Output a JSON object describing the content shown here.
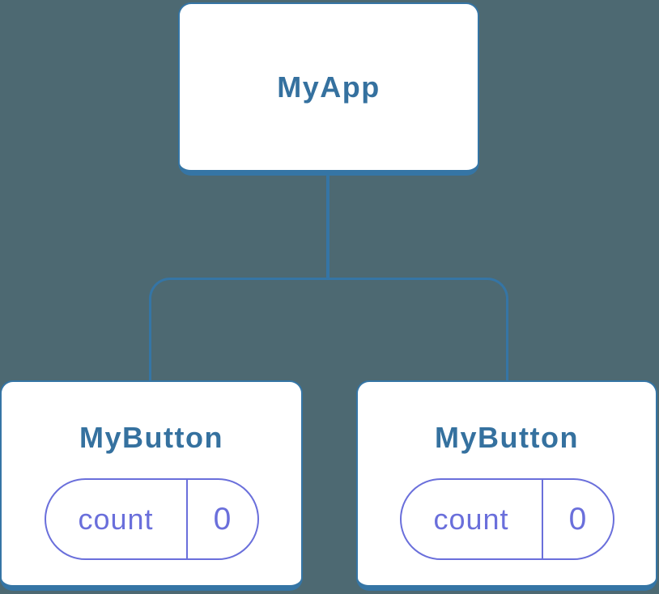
{
  "tree": {
    "root": {
      "label": "MyApp"
    },
    "children": [
      {
        "label": "MyButton",
        "state": {
          "key": "count",
          "value": "0"
        }
      },
      {
        "label": "MyButton",
        "state": {
          "key": "count",
          "value": "0"
        }
      }
    ]
  },
  "colors": {
    "background": "#4D6972",
    "card_fill": "#FFFFFF",
    "card_border_blue": "#3575A5",
    "label_text_blue": "#35719F",
    "state_accent_purple": "#6A6FDB"
  }
}
